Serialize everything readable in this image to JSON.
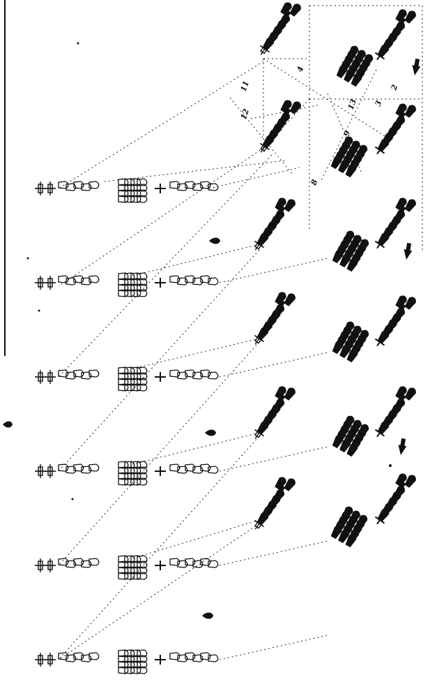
{
  "diagram": {
    "labels": [
      {
        "id": "num-11",
        "text": "11"
      },
      {
        "id": "num-12",
        "text": "12"
      },
      {
        "id": "num-4",
        "text": "4"
      },
      {
        "id": "num-3",
        "text": "3"
      },
      {
        "id": "num-2",
        "text": "2"
      },
      {
        "id": "num-13",
        "text": "13"
      },
      {
        "id": "num-9",
        "text": "9"
      },
      {
        "id": "num-8",
        "text": "8"
      }
    ]
  }
}
